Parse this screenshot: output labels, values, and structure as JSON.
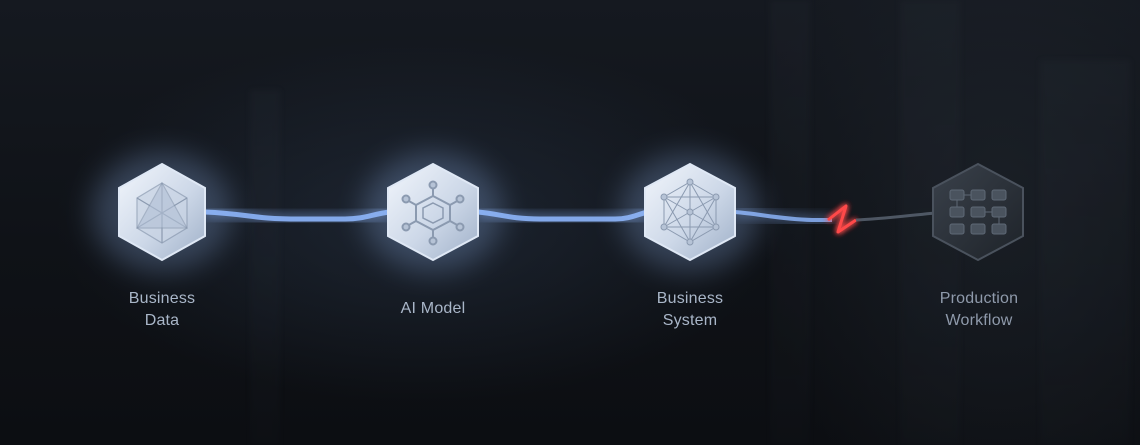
{
  "nodes": [
    {
      "label_lines": [
        "Business",
        "Data"
      ],
      "icon": "polyhedron-icon",
      "state": "connected"
    },
    {
      "label_lines": [
        "AI Model"
      ],
      "icon": "hexagon-network-icon",
      "state": "connected"
    },
    {
      "label_lines": [
        "Business",
        "System"
      ],
      "icon": "mesh-network-icon",
      "state": "connected"
    },
    {
      "label_lines": [
        "Production",
        "Workflow"
      ],
      "icon": "workflow-grid-icon",
      "state": "disconnected"
    }
  ],
  "links": [
    {
      "from": "Business Data",
      "to": "AI Model",
      "status": "connected"
    },
    {
      "from": "AI Model",
      "to": "Business System",
      "status": "connected"
    },
    {
      "from": "Business System",
      "to": "Production Workflow",
      "status": "broken"
    }
  ],
  "colors": {
    "link": "#8fb8ff",
    "break": "#ff4a4a",
    "node_fill_light": "#e8eef8",
    "node_fill_dark": "#2a3038",
    "label": "#a9b6c8"
  }
}
